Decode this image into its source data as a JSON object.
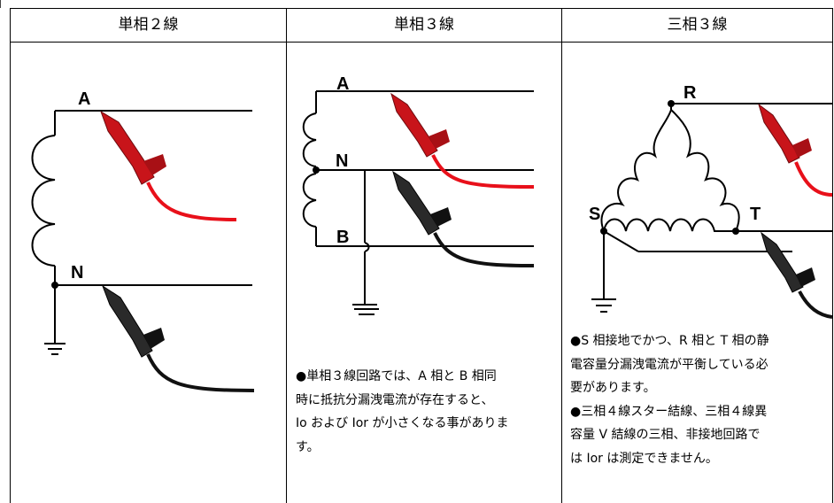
{
  "columns": [
    {
      "header": "単相２線",
      "labels": {
        "a": "A",
        "n": "N"
      },
      "note": []
    },
    {
      "header": "単相３線",
      "labels": {
        "a": "A",
        "n": "N",
        "b": "B"
      },
      "note": [
        "●単相３線回路では、A 相と B 相同",
        "時に抵抗分漏洩電流が存在すると、",
        "Io および Ior が小さくなる事がありま",
        "す。"
      ]
    },
    {
      "header": "三相３線",
      "labels": {
        "r": "R",
        "s": "S",
        "t": "T"
      },
      "note": [
        "●S 相接地でかつ、R 相と T 相の静",
        "電容量分漏洩電流が平衡している必",
        "要があります。",
        "●三相４線スター結線、三相４線異",
        "容量 V 結線の三相、非接地回路で",
        "は Ior は測定できません。"
      ]
    }
  ],
  "colors": {
    "red_clip": "#c8141a",
    "red_wire": "#e8101a",
    "black_clip": "#1a1a1a",
    "line": "#000000"
  }
}
